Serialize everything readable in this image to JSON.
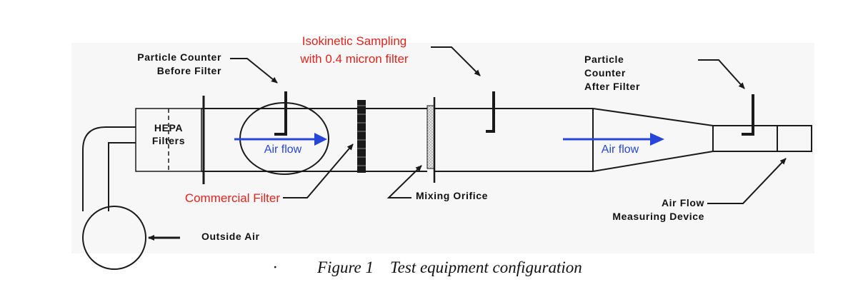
{
  "labels": {
    "particle_counter_before_line1": "Particle Counter",
    "particle_counter_before_line2": "Before Filter",
    "isokinetic_line1": "Isokinetic Sampling",
    "isokinetic_line2": "with 0.4 micron filter",
    "particle_counter_after_line1": "Particle",
    "particle_counter_after_line2": "Counter",
    "particle_counter_after_line3": "After Filter",
    "hepa_line1": "HEPA",
    "hepa_line2": "Filters",
    "air_flow_1": "Air flow",
    "air_flow_2": "Air flow",
    "commercial_filter": "Commercial Filter",
    "mixing_orifice": "Mixing Orifice",
    "air_flow_device_line1": "Air Flow",
    "air_flow_device_line2": "Measuring Device",
    "outside_air": "Outside Air",
    "caption_dot": "·",
    "caption": "Figure 1    Test equipment configuration"
  },
  "colors": {
    "highlight_text": "#e0231c",
    "flow_arrow": "#2546d9",
    "line": "#1a1a1a",
    "hepa_fill": "#d9d9d9"
  }
}
